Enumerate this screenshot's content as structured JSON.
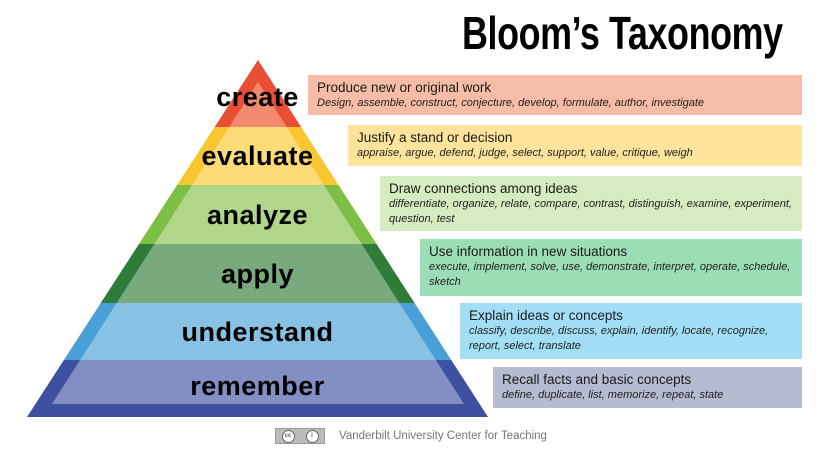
{
  "title": "Bloom’s Taxonomy",
  "levels": [
    {
      "label": "create",
      "heading": "Produce new or original work",
      "verbs": "Design, assemble, construct, conjecture, develop, formulate, author, investigate",
      "dark": "#e84f35",
      "light": "#f28a70",
      "box": "#f6bca6"
    },
    {
      "label": "evaluate",
      "heading": "Justify a stand or decision",
      "verbs": "appraise, argue, defend, judge, select, support, value, critique, weigh",
      "dark": "#f8c630",
      "light": "#fddc78",
      "box": "#fde39c"
    },
    {
      "label": "analyze",
      "heading": "Draw connections among ideas",
      "verbs": "differentiate, organize, relate, compare, contrast, distinguish, examine, experiment, question, test",
      "dark": "#7cbf44",
      "light": "#b0d68a",
      "box": "#d5ebc0"
    },
    {
      "label": "apply",
      "heading": "Use information in new situations",
      "verbs": "execute, implement, solve, use, demonstrate, interpret, operate, schedule, sketch",
      "dark": "#2e7b3a",
      "light": "#78aa7e",
      "box": "#9bdeb6"
    },
    {
      "label": "understand",
      "heading": "Explain ideas or concepts",
      "verbs": "classify, describe, discuss, explain, identify, locate, recognize, report, select, translate",
      "dark": "#4a9fd7",
      "light": "#87c1e3",
      "box": "#a2dff6"
    },
    {
      "label": "remember",
      "heading": "Recall facts and basic concepts",
      "verbs": "define, duplicate, list, memorize, repeat, state",
      "dark": "#3e50a0",
      "light": "#838fc3",
      "box": "#b5bbd0"
    }
  ],
  "footer": {
    "license_icon": "cc-by-icon",
    "credit": "Vanderbilt University Center for Teaching"
  }
}
